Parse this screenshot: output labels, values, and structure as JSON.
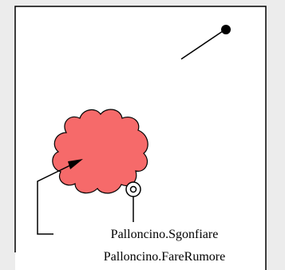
{
  "labels": {
    "line1": "Palloncino.Sgonfiare",
    "line2": "Palloncino.FareRumore"
  },
  "colors": {
    "background": "#ececec",
    "panel": "#ffffff",
    "border": "#000000",
    "balloon_fill": "#f66a6a",
    "balloon_stroke": "#000000",
    "valve_fill": "#ffffff",
    "valve_stroke": "#000000",
    "line": "#000000",
    "text": "#000000"
  },
  "icons": {
    "string": "string-line-with-end-dot",
    "balloon": "cloud-shaped-balloon",
    "valve": "valve-circle",
    "connector": "connector-polyline"
  }
}
